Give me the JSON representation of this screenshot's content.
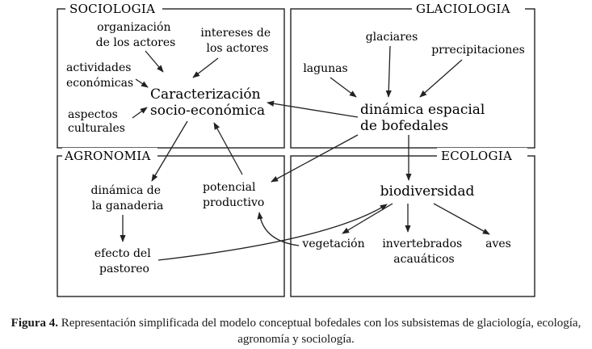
{
  "panels": {
    "sociologia": "SOCIOLOGIA",
    "glaciologia": "GLACIOLOGIA",
    "agronomia": "AGRONOMIA",
    "ecologia": "ECOLOGIA"
  },
  "nodes": {
    "organizacion": [
      "organización",
      "de los actores"
    ],
    "intereses": [
      "intereses de",
      "los actores"
    ],
    "actividades": [
      "actividades",
      "económicas"
    ],
    "caracterizacion": [
      "Caracterización",
      "socio-económica"
    ],
    "aspectos": [
      "aspectos",
      "culturales"
    ],
    "glaciares": [
      "glaciares"
    ],
    "precipitaciones": [
      "prrecipitaciones"
    ],
    "lagunas": [
      "lagunas"
    ],
    "dinamica_espacial": [
      "dinámica espacial",
      "de bofedales"
    ],
    "dinamica_ganaderia": [
      "dinámica de",
      "la ganaderia"
    ],
    "potencial": [
      "potencial",
      "productivo"
    ],
    "efecto": [
      "efecto del",
      "pastoreo"
    ],
    "biodiversidad": [
      "biodiversidad"
    ],
    "vegetacion": [
      "vegetación"
    ],
    "invertebrados": [
      "invertebrados",
      "acauáticos"
    ],
    "aves": [
      "aves"
    ]
  },
  "caption": {
    "label": "Figura 4.",
    "text": " Representación simplificada del modelo conceptual bofedales con los subsistemas de glaciología, ecología, agronomía y sociología."
  }
}
